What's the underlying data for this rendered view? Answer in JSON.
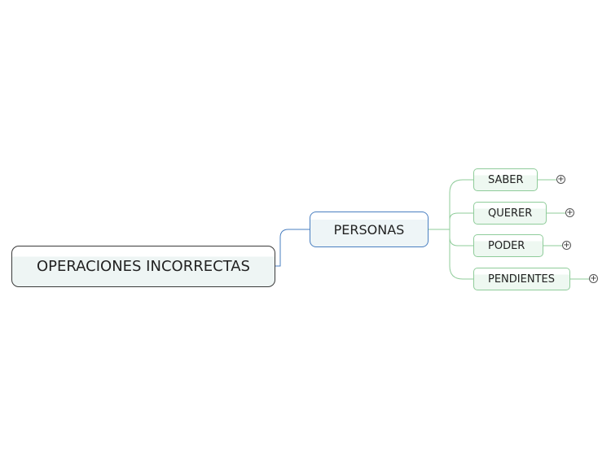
{
  "root": {
    "label": "OPERACIONES INCORRECTAS"
  },
  "main": {
    "label": "PERSONAS"
  },
  "branches": [
    {
      "label": "SABER",
      "collapsed": true
    },
    {
      "label": "QUERER",
      "collapsed": true
    },
    {
      "label": "PODER",
      "collapsed": true
    },
    {
      "label": "PENDIENTES",
      "collapsed": true
    }
  ],
  "expand_glyph": "+",
  "colors": {
    "root_border": "#3a3a3a",
    "main_border": "#4a7fc0",
    "branch_border": "#8fcc9a",
    "connector_main": "#4a7fc0",
    "connector_branch": "#8fcc9a"
  }
}
